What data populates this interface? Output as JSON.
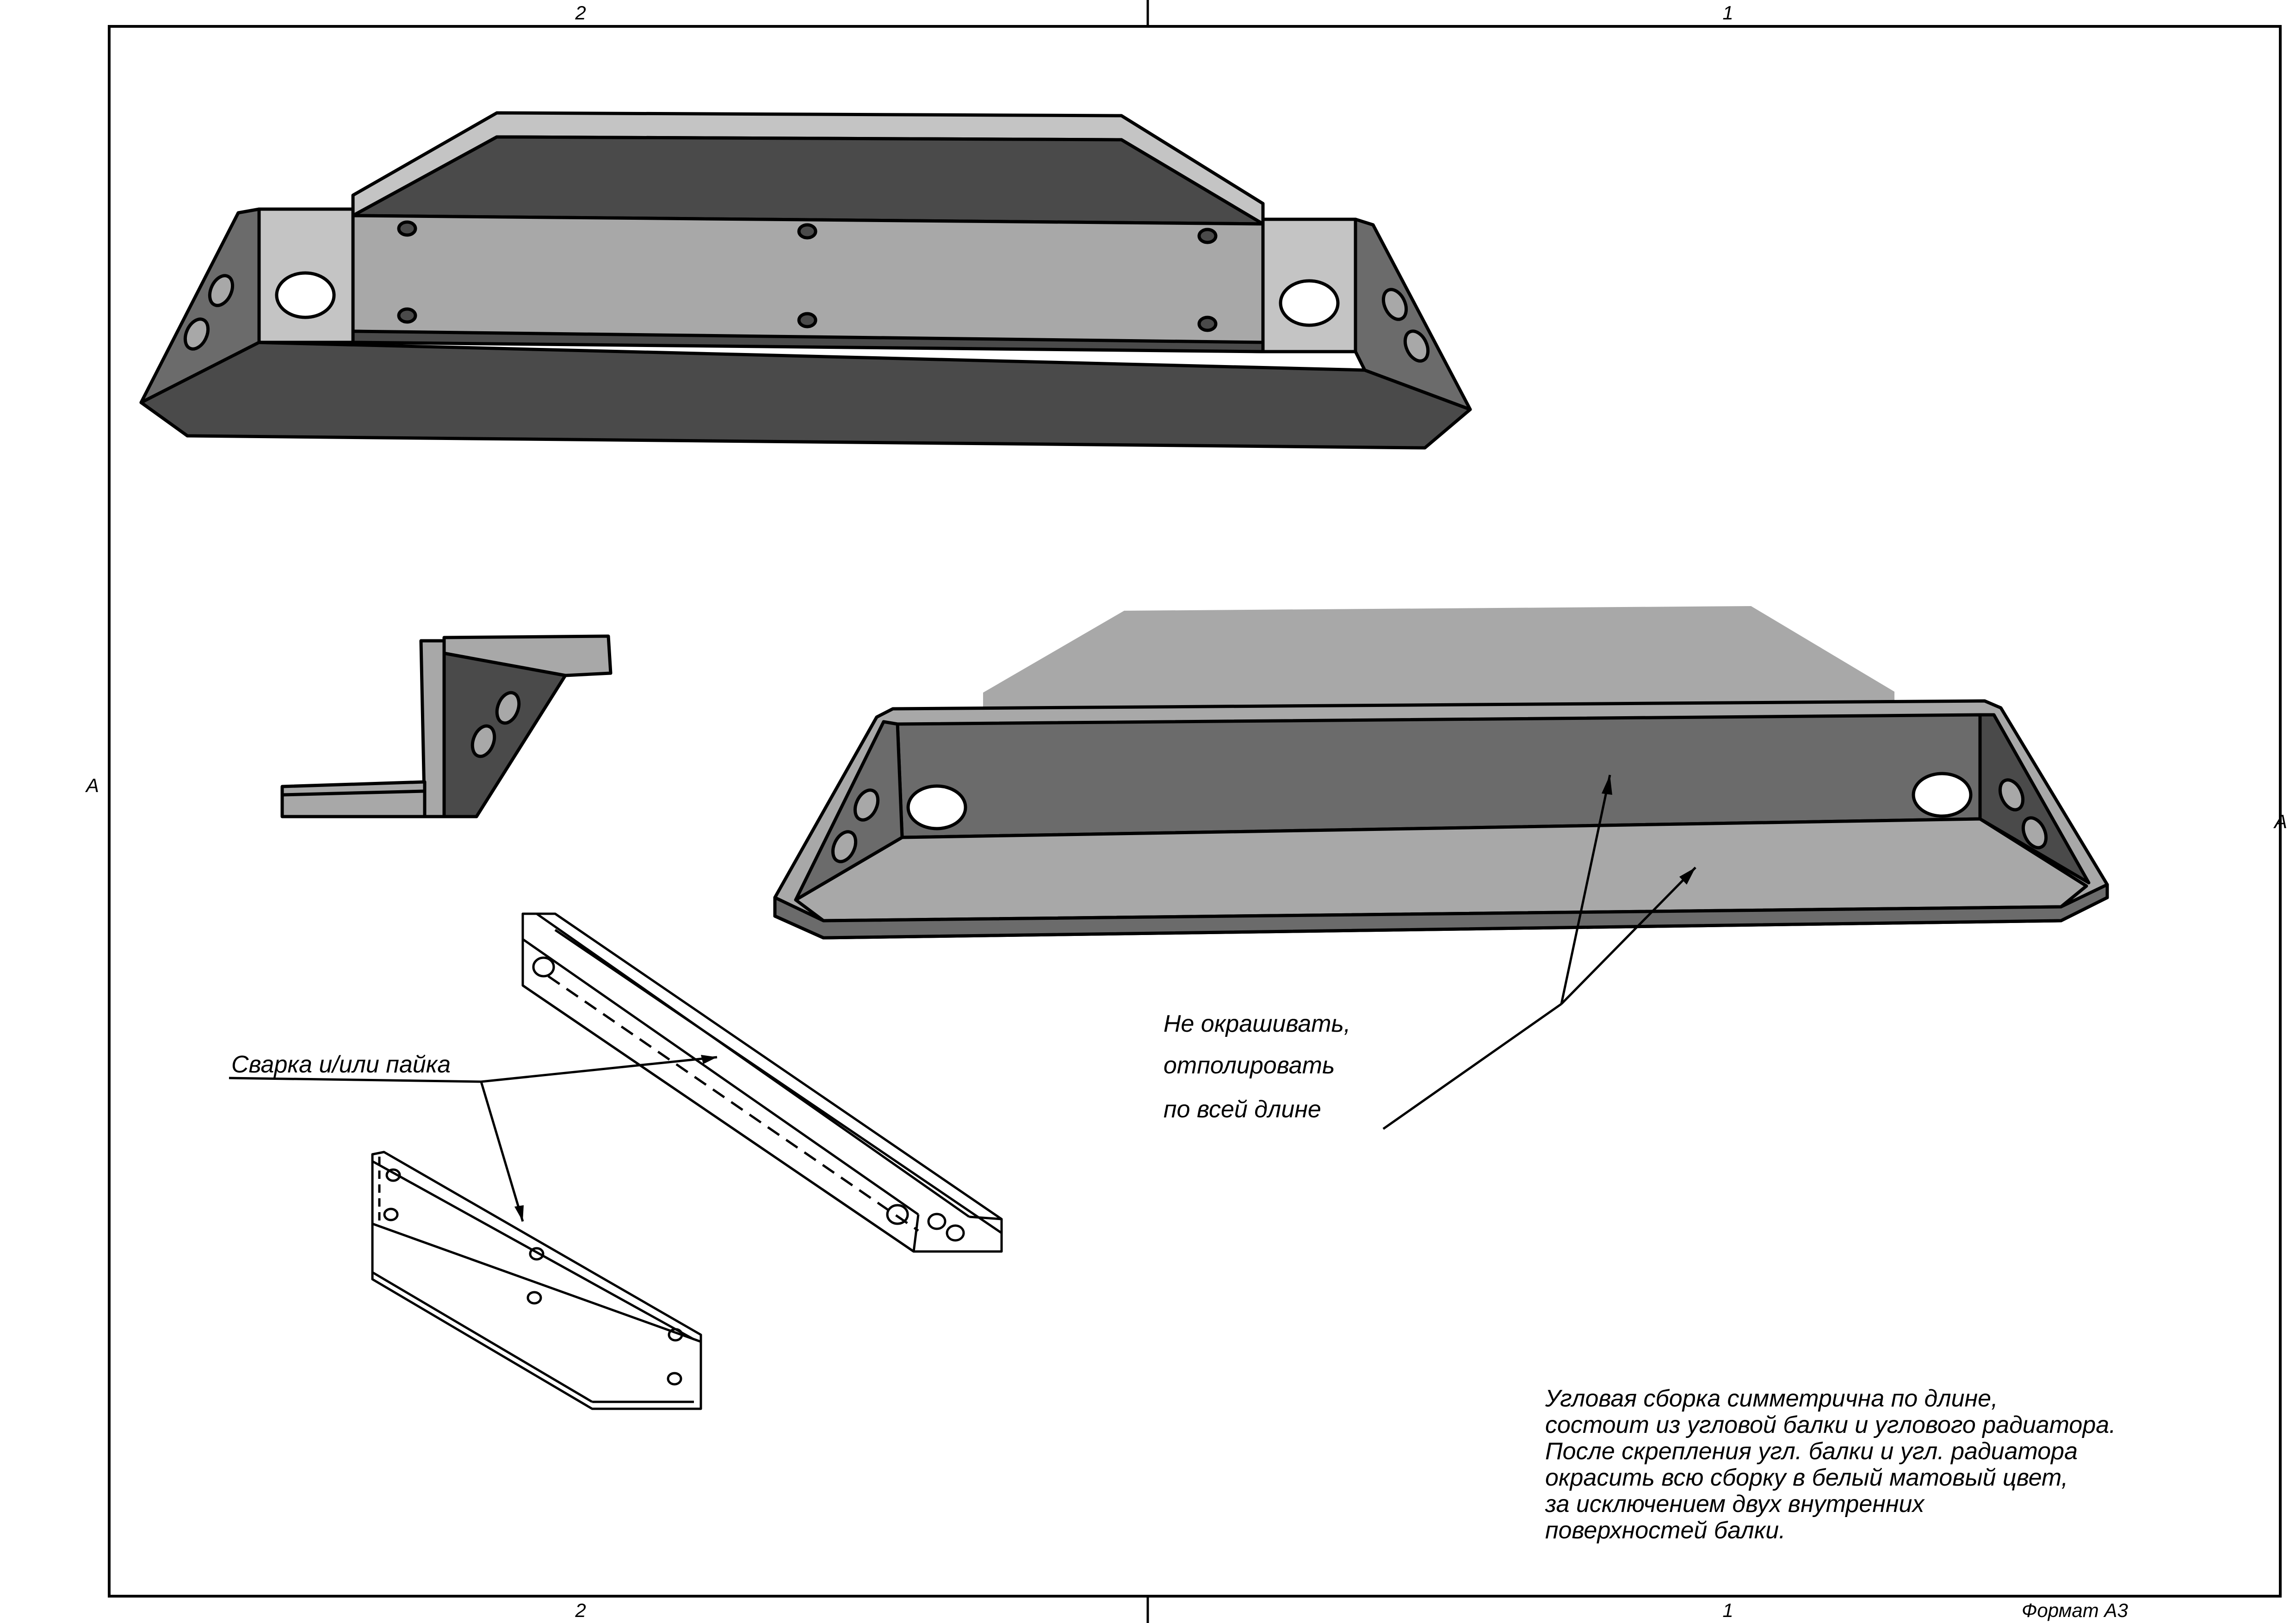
{
  "zones": {
    "top": [
      "2",
      "1"
    ],
    "bottom": [
      "2",
      "1"
    ],
    "left": "A",
    "right": "A"
  },
  "labels": {
    "welding": "Сварка и/или пайка",
    "polish": [
      "Не окрашивать,",
      "отполировать",
      "по всей длине"
    ]
  },
  "notes": [
    "Угловая сборка симметрична по длине,",
    "состоит из угловой балки и углового радиатора.",
    "После скрепления угл. балки и угл. радиатора",
    "окрасить всю сборку в белый матовый цвет,",
    "за исключением двух внутренних",
    "поверхностей балки."
  ],
  "format": "Формат А3",
  "colors": {
    "dark": "#4a4a4a",
    "medium": "#6b6b6b",
    "light": "#a8a8a8",
    "pale": "#c4c4c4",
    "outline": "#000000"
  }
}
